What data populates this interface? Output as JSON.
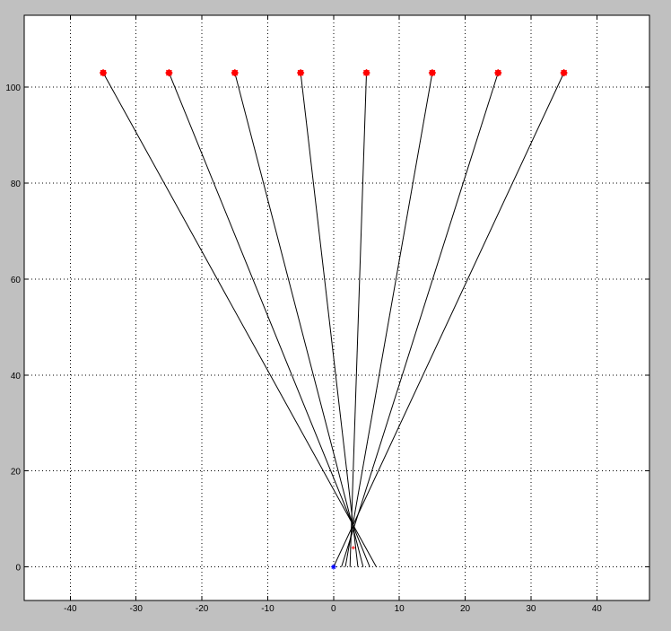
{
  "chart_data": {
    "type": "line",
    "title": "",
    "xlabel": "",
    "ylabel": "",
    "xlim": [
      -47,
      48
    ],
    "ylim": [
      -7,
      115
    ],
    "grid": true,
    "x_ticks": [
      -40,
      -30,
      -20,
      -10,
      0,
      10,
      20,
      30,
      40
    ],
    "y_ticks": [
      0,
      20,
      40,
      60,
      80,
      100
    ],
    "colors": {
      "figure_bg": "#c0c0c0",
      "axes_bg": "#ffffff",
      "line": "#000000",
      "marker": "#ff0000",
      "origin": "#0000ff"
    },
    "series": [
      {
        "x": [
          -35,
          6.5
        ],
        "y": [
          103,
          0
        ]
      },
      {
        "x": [
          -25,
          5.5
        ],
        "y": [
          103,
          0
        ]
      },
      {
        "x": [
          -15,
          4.5
        ],
        "y": [
          103,
          0
        ]
      },
      {
        "x": [
          -5,
          3.7
        ],
        "y": [
          103,
          0
        ]
      },
      {
        "x": [
          5,
          2.5
        ],
        "y": [
          103,
          0
        ]
      },
      {
        "x": [
          15,
          1.8
        ],
        "y": [
          103,
          0
        ]
      },
      {
        "x": [
          25,
          1.2
        ],
        "y": [
          103,
          0
        ]
      },
      {
        "x": [
          35,
          0
        ],
        "y": [
          103,
          0
        ]
      }
    ],
    "markers": {
      "x": [
        -35,
        -25,
        -15,
        -5,
        5,
        15,
        25,
        35
      ],
      "y": [
        103,
        103,
        103,
        103,
        103,
        103,
        103,
        103
      ]
    },
    "small_marker": {
      "x": 3,
      "y": 4
    },
    "origin_marker": {
      "x": 0,
      "y": 0
    }
  }
}
